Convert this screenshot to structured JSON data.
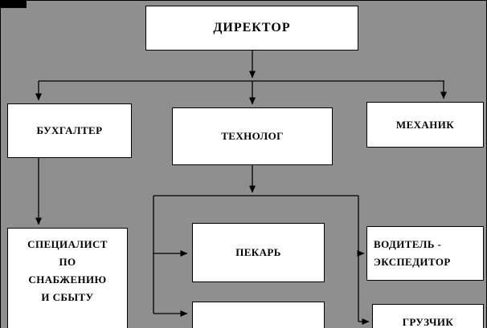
{
  "canvas": {
    "background_color": "#8f8f8f",
    "node_fill": "#ffffff",
    "node_border_color": "#000000",
    "connector_color": "#000000"
  },
  "nodes": {
    "director": {
      "label": "ДИРЕКТОР"
    },
    "accountant": {
      "label": "БУХГАЛТЕР"
    },
    "technologist": {
      "label": "ТЕХНОЛОГ"
    },
    "mechanic": {
      "label": "МЕХАНИК"
    },
    "supply_sales_specialist": {
      "label": "СПЕЦИАЛИСТ\nПО\nСНАБЖЕНИЮ\nИ СБЫТУ"
    },
    "baker": {
      "label": "ПЕКАРЬ"
    },
    "driver_expeditor": {
      "label": "ВОДИТЕЛЬ -\nЭКСПЕДИТОР"
    },
    "loader": {
      "label": "ГРУЗЧИК"
    },
    "bottom_unlabeled": {
      "label": ""
    }
  },
  "edges": [
    {
      "from": "director",
      "to": "accountant"
    },
    {
      "from": "director",
      "to": "technologist"
    },
    {
      "from": "director",
      "to": "mechanic"
    },
    {
      "from": "accountant",
      "to": "supply_sales_specialist"
    },
    {
      "from": "technologist",
      "to": "baker"
    },
    {
      "from": "technologist",
      "to": "bottom_unlabeled"
    },
    {
      "from": "technologist",
      "to": "driver_expeditor"
    },
    {
      "from": "technologist",
      "to": "loader"
    }
  ]
}
